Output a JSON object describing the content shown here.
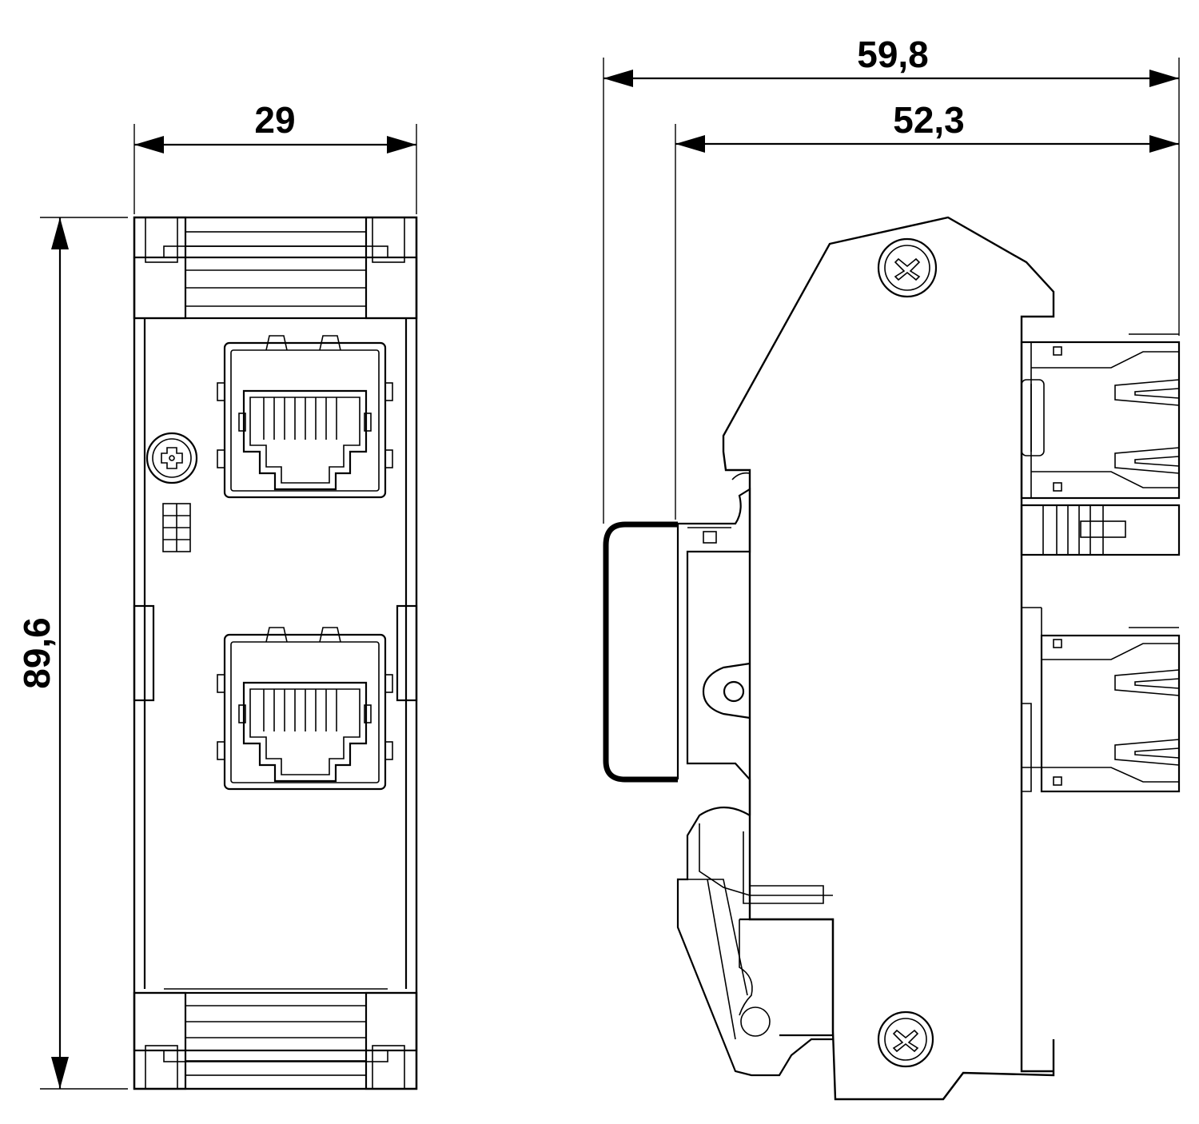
{
  "dimensions": {
    "front_width": "29",
    "front_height": "89,6",
    "side_total_depth": "59,8",
    "side_body_depth": "52,3"
  },
  "views": [
    "front-view",
    "side-view"
  ],
  "colors": {
    "line": "#000000",
    "background": "#ffffff"
  }
}
